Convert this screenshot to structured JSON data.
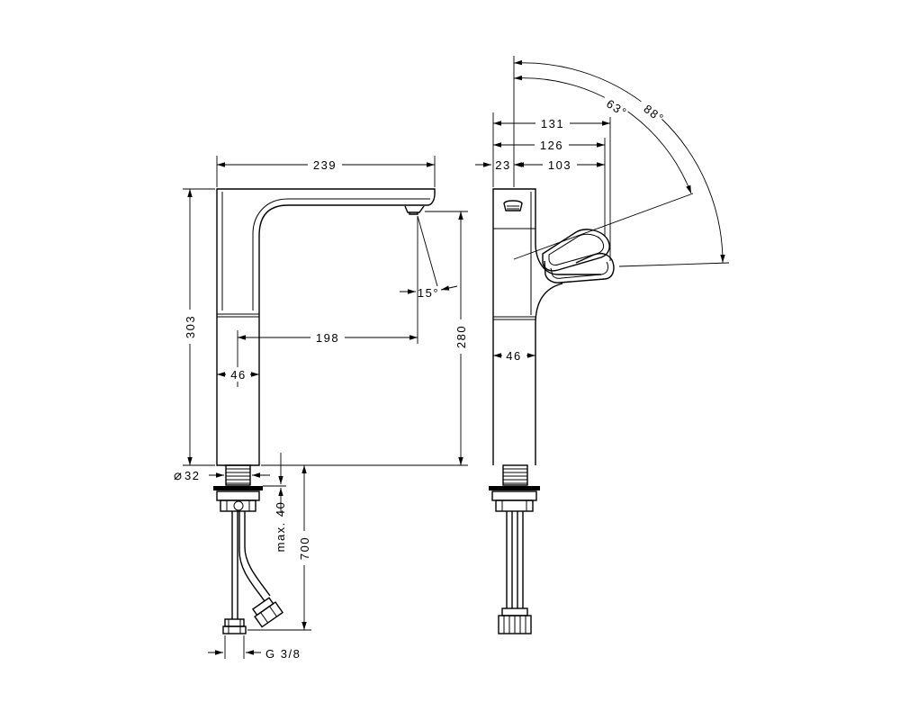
{
  "dimensions": {
    "width_spout": "239",
    "height_total": "303",
    "reach": "198",
    "body_width_front": "46",
    "spout_height": "280",
    "angle_aerator": "15°",
    "diameter_symbol": "⌀",
    "diameter_value": "32",
    "max_thickness": "max. 40",
    "hose_length": "700",
    "thread": "G 3/8",
    "depth_131": "131",
    "depth_126": "126",
    "depth_23": "23",
    "depth_103": "103",
    "body_width_side": "46",
    "angle_63": "63°",
    "angle_88": "88°"
  }
}
